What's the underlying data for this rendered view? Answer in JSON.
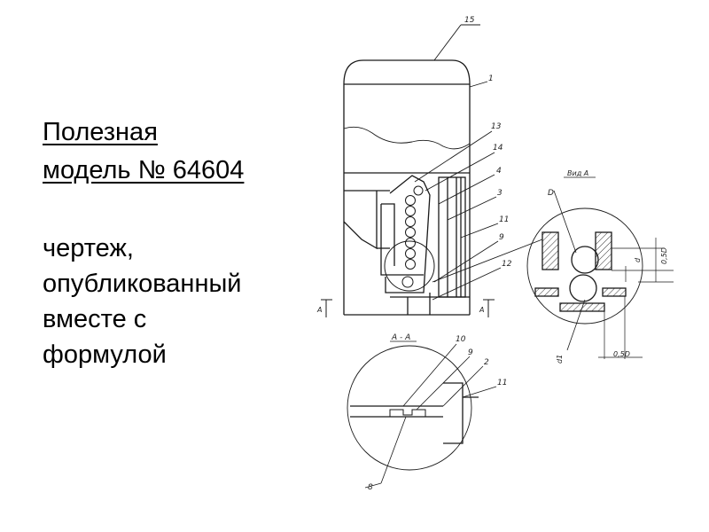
{
  "title": {
    "line1": "Полезная",
    "line2": "модель № 64604"
  },
  "description": {
    "line1": "чертеж,",
    "line2": "опубликованный",
    "line3": "вместе с",
    "line4": "формулой"
  },
  "drawing": {
    "part_numbers": [
      "15",
      "1",
      "13",
      "14",
      "4",
      "3",
      "11",
      "9",
      "12",
      "10",
      "9",
      "2",
      "11",
      "8"
    ],
    "view_label": "Вид А",
    "section_label": "А - А",
    "section_mark": "А",
    "dim_D": "D",
    "dim_half_D": "0,5D",
    "dim_d": "d",
    "dim_d1": "d1",
    "colors": {
      "ink": "#1a1a1a",
      "hatch": "#333333"
    }
  }
}
